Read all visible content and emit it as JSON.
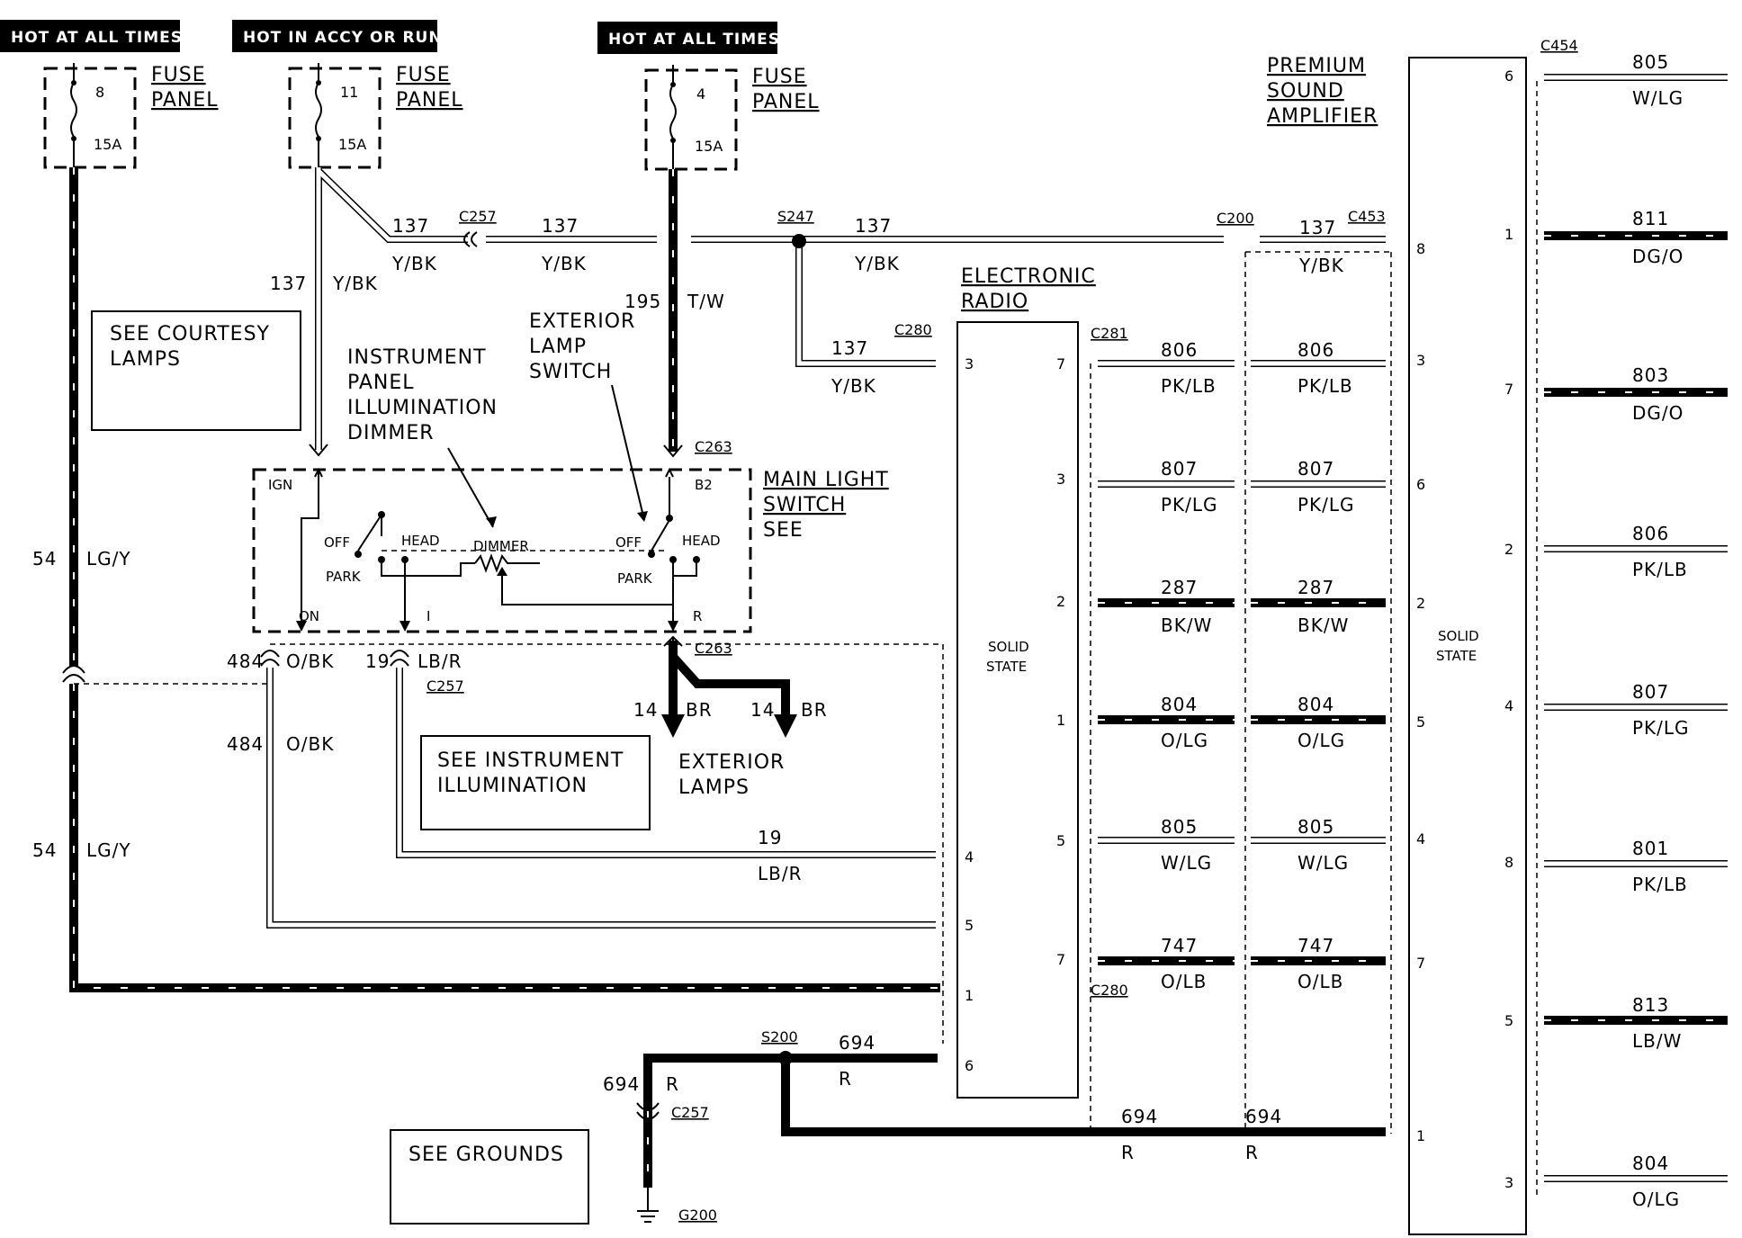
{
  "headers": {
    "hot_left": "HOT AT ALL TIMES",
    "hot_accy": "HOT IN ACCY OR RUN",
    "hot_mid": "HOT AT ALL TIMES"
  },
  "fuses": {
    "f8": {
      "num": "8",
      "rating": "15A"
    },
    "f11": {
      "num": "11",
      "rating": "15A"
    },
    "f4": {
      "num": "4",
      "rating": "15A"
    },
    "label_line1": "FUSE",
    "label_line2": "PANEL"
  },
  "boxes": {
    "courtesy_1": "SEE COURTESY",
    "courtesy_2": "LAMPS",
    "instr_1": "SEE INSTRUMENT",
    "instr_2": "ILLUMINATION",
    "grounds": "SEE GROUNDS"
  },
  "labels": {
    "ipid_1": "INSTRUMENT",
    "ipid_2": "PANEL",
    "ipid_3": "ILLUMINATION",
    "ipid_4": "DIMMER",
    "els_1": "EXTERIOR",
    "els_2": "LAMP",
    "els_3": "SWITCH",
    "mls_1": "MAIN LIGHT",
    "mls_2": "SWITCH",
    "mls_3": "SEE",
    "ext_1": "EXTERIOR",
    "ext_2": "LAMPS",
    "radio_1": "ELECTRONIC",
    "radio_2": "RADIO",
    "amp_1": "PREMIUM",
    "amp_2": "SOUND",
    "amp_3": "AMPLIFIER",
    "solid_1": "SOLID",
    "solid_2": "STATE"
  },
  "switch": {
    "ign": "IGN",
    "off1": "OFF",
    "head1": "HEAD",
    "park1": "PARK",
    "dimmer": "DIMMER",
    "off2": "OFF",
    "head2": "HEAD",
    "park2": "PARK",
    "b2": "B2",
    "on": "ON",
    "i": "I",
    "r": "R"
  },
  "connectors": {
    "c257": "C257",
    "c263": "C263",
    "c280": "C280",
    "c281": "C281",
    "c200": "C200",
    "c453": "C453",
    "c454": "C454",
    "s247": "S247",
    "s200": "S200",
    "g200": "G200"
  },
  "wires": {
    "w137": "137",
    "yb": "Y/BK",
    "w195": "195",
    "tw": "T/W",
    "w54": "54",
    "lgy": "LG/Y",
    "w484": "484",
    "obk": "O/BK",
    "w19": "19",
    "lbr": "LB/R",
    "w14": "14",
    "br": "BR",
    "w694": "694",
    "r": "R",
    "w806": "806",
    "pklb": "PK/LB",
    "w807": "807",
    "pklg": "PK/LG",
    "w287": "287",
    "bkw": "BK/W",
    "w804": "804",
    "olg": "O/LG",
    "w805": "805",
    "wlg": "W/LG",
    "w747": "747",
    "olb": "O/LB",
    "w811": "811",
    "dgo": "DG/O",
    "w803": "803",
    "w801": "801",
    "w813": "813",
    "lbw": "LB/W"
  },
  "pins": {
    "radio_left": [
      "3",
      "4",
      "5",
      "1",
      "6"
    ],
    "radio_right": [
      "7",
      "3",
      "2",
      "1",
      "5",
      "7"
    ],
    "amp_left": [
      "8",
      "3",
      "6",
      "2",
      "5",
      "4",
      "7",
      "1"
    ],
    "amp_right": [
      "6",
      "1",
      "7",
      "2",
      "4",
      "8",
      "5",
      "3"
    ]
  },
  "colors": {
    "ink": "#000000",
    "paper": "#ffffff"
  }
}
